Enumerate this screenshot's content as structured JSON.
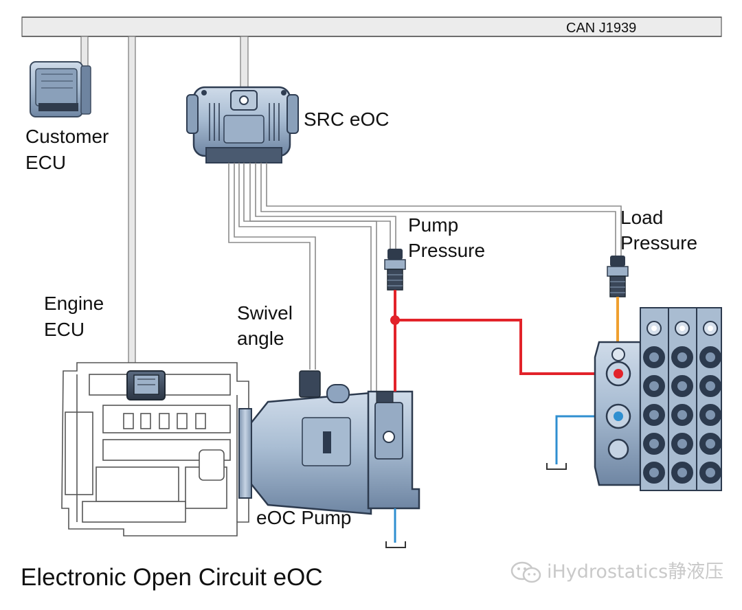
{
  "bus": {
    "label": "CAN J1939"
  },
  "components": {
    "customer_ecu": {
      "label_line1": "Customer",
      "label_line2": "ECU"
    },
    "src_eoc": {
      "label": "SRC eOC"
    },
    "pump_pressure": {
      "label_line1": "Pump",
      "label_line2": "Pressure"
    },
    "load_pressure": {
      "label_line1": "Load",
      "label_line2": "Pressure"
    },
    "engine_ecu": {
      "label_line1": "Engine",
      "label_line2": "ECU"
    },
    "swivel_angle": {
      "label_line1": "Swivel",
      "label_line2": "angle"
    },
    "eoc_pump": {
      "label": "eOC Pump"
    }
  },
  "caption": "Electronic Open Circuit eOC",
  "watermark": {
    "text": "iHydrostatics静液压",
    "icon": "wechat-icon"
  },
  "colors": {
    "pressure_line": "#e2232a",
    "tank_line": "#2f8fd0",
    "load_sense_line": "#f0a030",
    "signal_wire": "#8c8c8c",
    "bus_fill": "#ececec",
    "metal_blue": "#9fb3cc"
  }
}
